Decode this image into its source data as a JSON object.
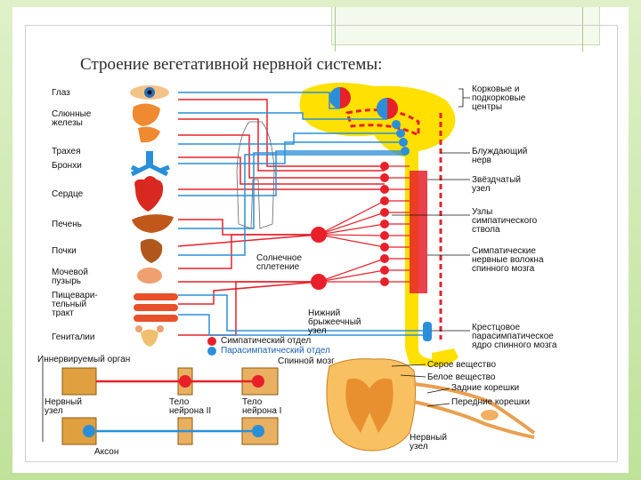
{
  "slide": {
    "title": "Строение вегетативной  нервной системы:"
  },
  "left_labels": [
    "Глаз",
    "Слюнные\nжелезы",
    "Трахея",
    "Бронхи",
    "Сердце",
    "Печень",
    "Почки",
    "Мочевой\nпузырь",
    "Пищевари-\nтельный\nтракт",
    "Гениталии"
  ],
  "right_labels": [
    "Корковые и\nподкорковые\nцентры",
    "Блуждающий\nнерв",
    "Звёздчатый\nузел",
    "Узлы\nсимпатического\nствола",
    "Симпатические\nнервные волокна\nспинного мозга",
    "Крестцовое\nпарасимпатическое\nядро спинного мозга"
  ],
  "center_labels": {
    "solar_plexus": "Солнечное\nсплетение",
    "lower_mesenteric": "Нижний\nбрыжеечный\nузел"
  },
  "legend": {
    "sympathetic": "Симпатический отдел",
    "parasympathetic": "Парасимпатический отдел",
    "sympathetic_color": "#e8202a",
    "parasympathetic_color": "#2a8fd8"
  },
  "bottom_labels": {
    "innervated_organ": "Иннервируемый орган",
    "spinal_cord": "Спинной мозг",
    "nerve_node": "Нервный\nузел",
    "axon": "Аксон",
    "neuron_body_2": "Тело\nнейрона II",
    "neuron_body_1": "Тело\nнейрона I",
    "gray_matter": "Серое вещество",
    "white_matter": "Белое вещество",
    "posterior_roots": "Задние корешки",
    "anterior_roots": "Передние корешки",
    "nerve_ganglion": "Нервный\nузел"
  },
  "colors": {
    "brain": "#ffe000",
    "nerve_red": "#e8202a",
    "nerve_blue": "#2a8fd8",
    "organ": "#f08a30"
  }
}
